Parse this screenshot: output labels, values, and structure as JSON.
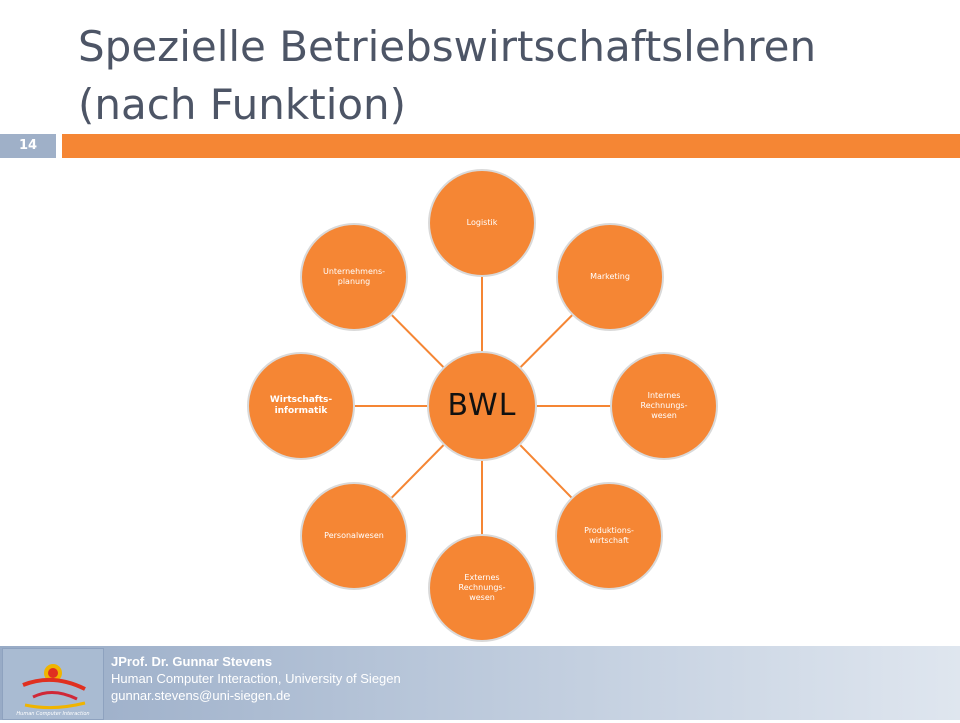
{
  "slide": {
    "title_line1": "Spezielle Betriebswirtschaftslehren",
    "title_line2": "(nach Funktion)",
    "number": "14"
  },
  "diagram": {
    "center": "BWL",
    "nodes": [
      {
        "id": "logistik",
        "lines": [
          "Logistik"
        ]
      },
      {
        "id": "marketing",
        "lines": [
          "Marketing"
        ]
      },
      {
        "id": "internes-rechnungswesen",
        "lines": [
          "Internes",
          "Rechnungs-",
          "wesen"
        ]
      },
      {
        "id": "produktionswirtschaft",
        "lines": [
          "Produktions-",
          "wirtschaft"
        ]
      },
      {
        "id": "externes-rechnungswesen",
        "lines": [
          "Externes",
          "Rechnungs-",
          "wesen"
        ]
      },
      {
        "id": "personalwesen",
        "lines": [
          "Personalwesen"
        ]
      },
      {
        "id": "wirtschaftsinformatik",
        "lines": [
          "Wirtschafts-",
          "informatik"
        ]
      },
      {
        "id": "unternehmensplanung",
        "lines": [
          "Unternehmens-",
          "planung"
        ]
      }
    ],
    "colors": {
      "fill": "#f58634",
      "stroke": "#d9d9d9",
      "connector": "#f58634"
    }
  },
  "footer": {
    "name": "JProf. Dr. Gunnar Stevens",
    "affiliation": "Human Computer Interaction, University of Siegen",
    "email": "gunnar.stevens@uni-siegen.de",
    "logo_caption": "Human Computer Interaction"
  }
}
